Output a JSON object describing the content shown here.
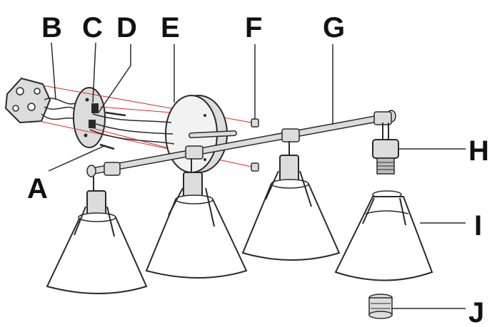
{
  "labels": {
    "A": "A",
    "B": "B",
    "C": "C",
    "D": "D",
    "E": "E",
    "F": "F",
    "G": "G",
    "H": "H",
    "I": "I",
    "J": "J"
  },
  "colors": {
    "line": "#2a2a2a",
    "guide": "#d03030",
    "metal": "#dcdcdc",
    "background": "#ffffff"
  }
}
